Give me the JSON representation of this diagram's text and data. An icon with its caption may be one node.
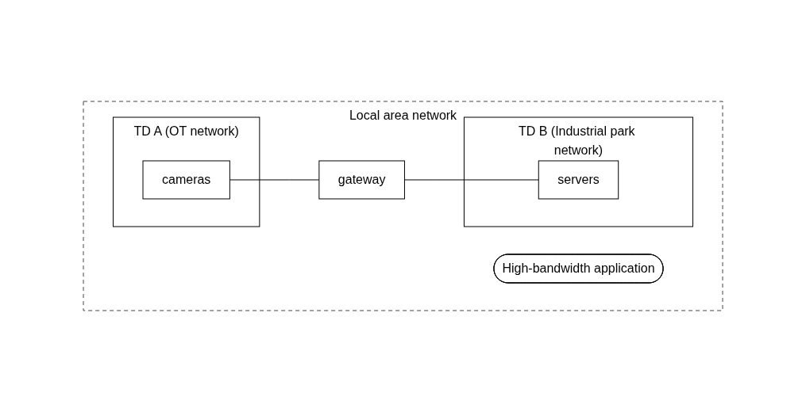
{
  "diagram": {
    "nodes": [
      {
        "text": [
          "Local area network"
        ]
      },
      {
        "text": [
          "High-bandwidth application"
        ],
        "in": 0
      },
      {
        "text": [
          "TD A (OT network)"
        ],
        "in": 0
      },
      {
        "text": [
          "cameras"
        ],
        "in": 2
      },
      {
        "text": [
          "gateway"
        ],
        "in": 0
      },
      {
        "text": [
          "TD B (Industrial park network)"
        ],
        "in": 0
      },
      {
        "text": [
          "servers"
        ],
        "in": 5
      }
    ],
    "edges": [
      {
        "from": 3,
        "to": 4,
        "arrow": "none"
      },
      {
        "from": 4,
        "to": 6,
        "arrow": "none"
      }
    ]
  }
}
